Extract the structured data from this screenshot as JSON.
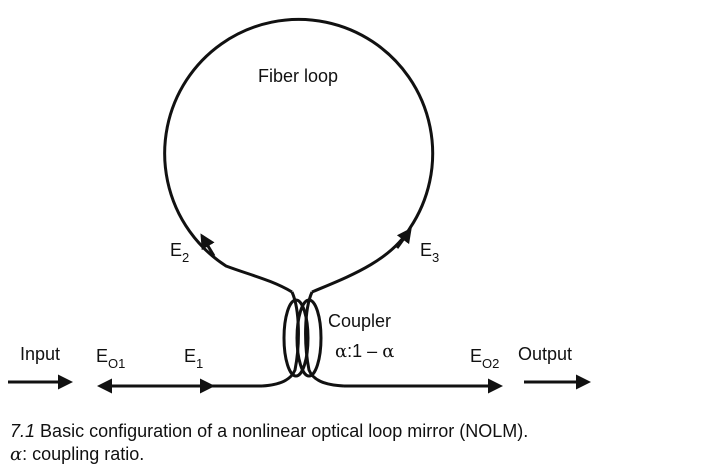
{
  "diagram": {
    "loop_label": "Fiber loop",
    "coupler_label": "Coupler",
    "ratio": {
      "alpha": "α",
      "middle": ":1 – ",
      "alpha2": "α"
    },
    "input_label": "Input",
    "output_label": "Output",
    "fields": {
      "e2": {
        "base": "E",
        "sub": "2"
      },
      "e3": {
        "base": "E",
        "sub": "3"
      },
      "eo1": {
        "base": "E",
        "sub": "O1"
      },
      "e1": {
        "base": "E",
        "sub": "1"
      },
      "eo2": {
        "base": "E",
        "sub": "O2"
      }
    },
    "stroke_color": "#111111"
  },
  "caption": {
    "number": "7.1",
    "text": "Basic configuration of a nonlinear optical loop mirror (NOLM).",
    "alpha": "α",
    "line2": ": coupling ratio."
  }
}
